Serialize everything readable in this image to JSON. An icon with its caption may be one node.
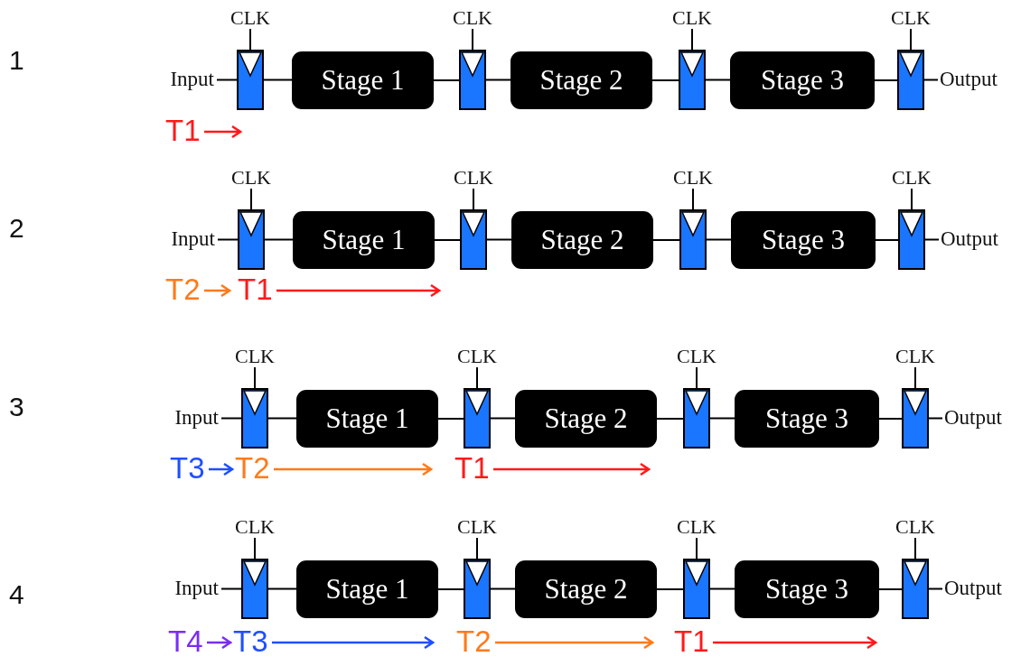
{
  "diagram": {
    "nodes": [
      {
        "text": [
          "Input"
        ]
      },
      {
        "text": [],
        "shape": "box"
      },
      {
        "text": [
          "Stage 1"
        ]
      },
      {
        "text": [],
        "shape": "box"
      },
      {
        "text": [
          "Stage 2"
        ]
      },
      {
        "text": [],
        "shape": "box"
      },
      {
        "text": [
          "Stage 3"
        ]
      },
      {
        "text": [],
        "shape": "box"
      },
      {
        "text": [
          "Output"
        ]
      },
      {
        "text": [
          "CLK"
        ]
      },
      {
        "text": [
          "CLK"
        ]
      },
      {
        "text": [
          "CLK"
        ]
      },
      {
        "text": [
          "CLK"
        ]
      },
      {
        "text": [
          "Input"
        ]
      },
      {
        "text": [],
        "shape": "box"
      },
      {
        "text": [
          "Stage 1"
        ]
      },
      {
        "text": [],
        "shape": "box"
      },
      {
        "text": [
          "Stage 2"
        ]
      },
      {
        "text": [],
        "shape": "box"
      },
      {
        "text": [
          "Stage 3"
        ]
      },
      {
        "text": [],
        "shape": "box"
      },
      {
        "text": [
          "Output"
        ]
      },
      {
        "text": [
          "CLK"
        ]
      },
      {
        "text": [
          "CLK"
        ]
      },
      {
        "text": [
          "CLK"
        ]
      },
      {
        "text": [
          "CLK"
        ]
      },
      {
        "text": [
          "Input"
        ]
      },
      {
        "text": [],
        "shape": "box"
      },
      {
        "text": [
          "Stage 1"
        ]
      },
      {
        "text": [],
        "shape": "box"
      },
      {
        "text": [
          "Stage 2"
        ]
      },
      {
        "text": [],
        "shape": "box"
      },
      {
        "text": [
          "Stage 3"
        ]
      },
      {
        "text": [],
        "shape": "box"
      },
      {
        "text": [
          "Output"
        ]
      },
      {
        "text": [
          "CLK"
        ]
      },
      {
        "text": [
          "CLK"
        ]
      },
      {
        "text": [
          "CLK"
        ]
      },
      {
        "text": [
          "CLK"
        ]
      },
      {
        "text": [
          "Input"
        ]
      },
      {
        "text": [],
        "shape": "box"
      },
      {
        "text": [
          "Stage 1"
        ]
      },
      {
        "text": [],
        "shape": "box"
      },
      {
        "text": [
          "Stage 2"
        ]
      },
      {
        "text": [],
        "shape": "box"
      },
      {
        "text": [
          "Stage 3"
        ]
      },
      {
        "text": [],
        "shape": "box"
      },
      {
        "text": [
          "Output"
        ]
      },
      {
        "text": [
          "CLK"
        ]
      },
      {
        "text": [
          "CLK"
        ]
      },
      {
        "text": [
          "CLK"
        ]
      },
      {
        "text": [
          "CLK"
        ]
      }
    ],
    "edges": [
      {
        "from": 0,
        "to": 1,
        "arrow": "none"
      },
      {
        "from": 1,
        "to": 2,
        "arrow": "none"
      },
      {
        "from": 2,
        "to": 3,
        "arrow": "none"
      },
      {
        "from": 3,
        "to": 4,
        "arrow": "none"
      },
      {
        "from": 4,
        "to": 5,
        "arrow": "none"
      },
      {
        "from": 5,
        "to": 6,
        "arrow": "none"
      },
      {
        "from": 6,
        "to": 7,
        "arrow": "none"
      },
      {
        "from": 7,
        "to": 8,
        "arrow": "none"
      },
      {
        "from": 9,
        "to": 1,
        "arrow": "none"
      },
      {
        "from": 10,
        "to": 3,
        "arrow": "none"
      },
      {
        "from": 11,
        "to": 5,
        "arrow": "none"
      },
      {
        "from": 12,
        "to": 7,
        "arrow": "none"
      },
      {
        "from": 13,
        "to": 14,
        "arrow": "none"
      },
      {
        "from": 14,
        "to": 15,
        "arrow": "none"
      },
      {
        "from": 15,
        "to": 16,
        "arrow": "none"
      },
      {
        "from": 16,
        "to": 17,
        "arrow": "none"
      },
      {
        "from": 17,
        "to": 18,
        "arrow": "none"
      },
      {
        "from": 18,
        "to": 19,
        "arrow": "none"
      },
      {
        "from": 19,
        "to": 20,
        "arrow": "none"
      },
      {
        "from": 20,
        "to": 21,
        "arrow": "none"
      },
      {
        "from": 22,
        "to": 14,
        "arrow": "none"
      },
      {
        "from": 23,
        "to": 16,
        "arrow": "none"
      },
      {
        "from": 24,
        "to": 18,
        "arrow": "none"
      },
      {
        "from": 25,
        "to": 20,
        "arrow": "none"
      },
      {
        "from": 26,
        "to": 27,
        "arrow": "none"
      },
      {
        "from": 27,
        "to": 28,
        "arrow": "none"
      },
      {
        "from": 28,
        "to": 29,
        "arrow": "none"
      },
      {
        "from": 29,
        "to": 30,
        "arrow": "none"
      },
      {
        "from": 30,
        "to": 31,
        "arrow": "none"
      },
      {
        "from": 31,
        "to": 32,
        "arrow": "none"
      },
      {
        "from": 32,
        "to": 33,
        "arrow": "none"
      },
      {
        "from": 33,
        "to": 34,
        "arrow": "none"
      },
      {
        "from": 35,
        "to": 27,
        "arrow": "none"
      },
      {
        "from": 36,
        "to": 29,
        "arrow": "none"
      },
      {
        "from": 37,
        "to": 31,
        "arrow": "none"
      },
      {
        "from": 38,
        "to": 33,
        "arrow": "none"
      },
      {
        "from": 39,
        "to": 40,
        "arrow": "none"
      },
      {
        "from": 40,
        "to": 41,
        "arrow": "none"
      },
      {
        "from": 41,
        "to": 42,
        "arrow": "none"
      },
      {
        "from": 42,
        "to": 43,
        "arrow": "none"
      },
      {
        "from": 43,
        "to": 44,
        "arrow": "none"
      },
      {
        "from": 44,
        "to": 45,
        "arrow": "none"
      },
      {
        "from": 45,
        "to": 46,
        "arrow": "none"
      },
      {
        "from": 46,
        "to": 47,
        "arrow": "none"
      },
      {
        "from": 48,
        "to": 40,
        "arrow": "none"
      },
      {
        "from": 49,
        "to": 42,
        "arrow": "none"
      },
      {
        "from": 50,
        "to": 44,
        "arrow": "none"
      },
      {
        "from": 51,
        "to": 46,
        "arrow": "none"
      }
    ],
    "labels": [
      "1",
      "T1",
      "2",
      "T2",
      "T1",
      "3",
      "T3",
      "T2",
      "T1",
      "4",
      "T4",
      "T3",
      "T2",
      "T1"
    ]
  }
}
